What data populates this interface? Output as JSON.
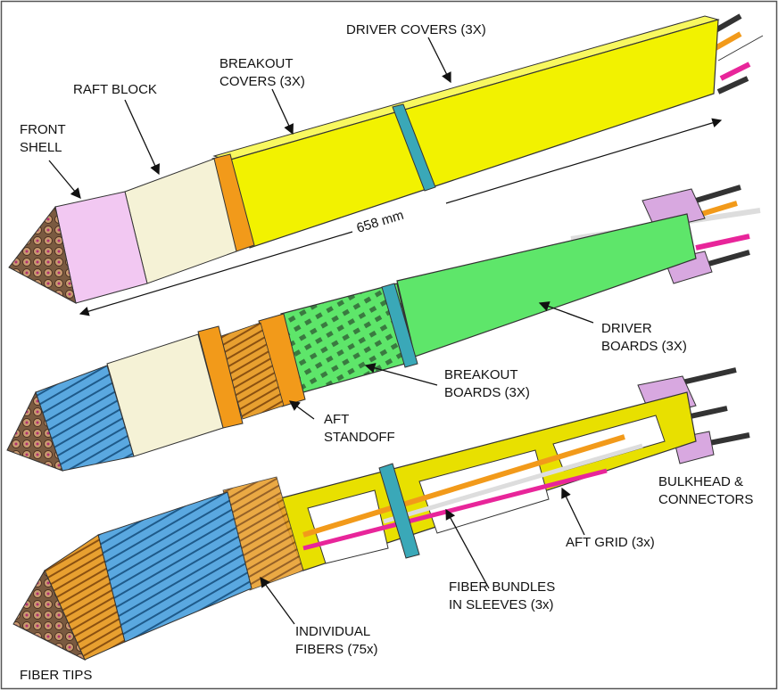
{
  "labels": {
    "front_shell_1": "FRONT",
    "front_shell_2": "SHELL",
    "raft_block": "RAFT BLOCK",
    "breakout_covers_1": "BREAKOUT",
    "breakout_covers_2": "COVERS (3X)",
    "driver_covers": "DRIVER COVERS (3X)",
    "dimension": "658 mm",
    "driver_boards_1": "DRIVER",
    "driver_boards_2": "BOARDS (3X)",
    "breakout_boards_1": "BREAKOUT",
    "breakout_boards_2": "BOARDS (3X)",
    "aft_standoff_1": "AFT",
    "aft_standoff_2": "STANDOFF",
    "bulkhead_1": "BULKHEAD &",
    "bulkhead_2": "CONNECTORS",
    "aft_grid": "AFT GRID (3x)",
    "fiber_bundles_1": "FIBER BUNDLES",
    "fiber_bundles_2": "IN SLEEVES (3x)",
    "individual_fibers_1": "INDIVIDUAL",
    "individual_fibers_2": "FIBERS (75x)",
    "fiber_tips": "FIBER TIPS"
  },
  "colors": {
    "driver_cover": "#f2f200",
    "frame_yellow": "#e8e000",
    "front_shell": "#f2c8f2",
    "raft_block": "#f5f2d6",
    "orange_plate": "#f29a1a",
    "driver_board": "#5ee66a",
    "teal_ring": "#3aa8b8",
    "fiber_blue": "#4a9ed8",
    "fiber_tip": "#e8a030",
    "pink_cable": "#e8259a",
    "connector": "#d8a8e0",
    "outline": "#333333"
  }
}
